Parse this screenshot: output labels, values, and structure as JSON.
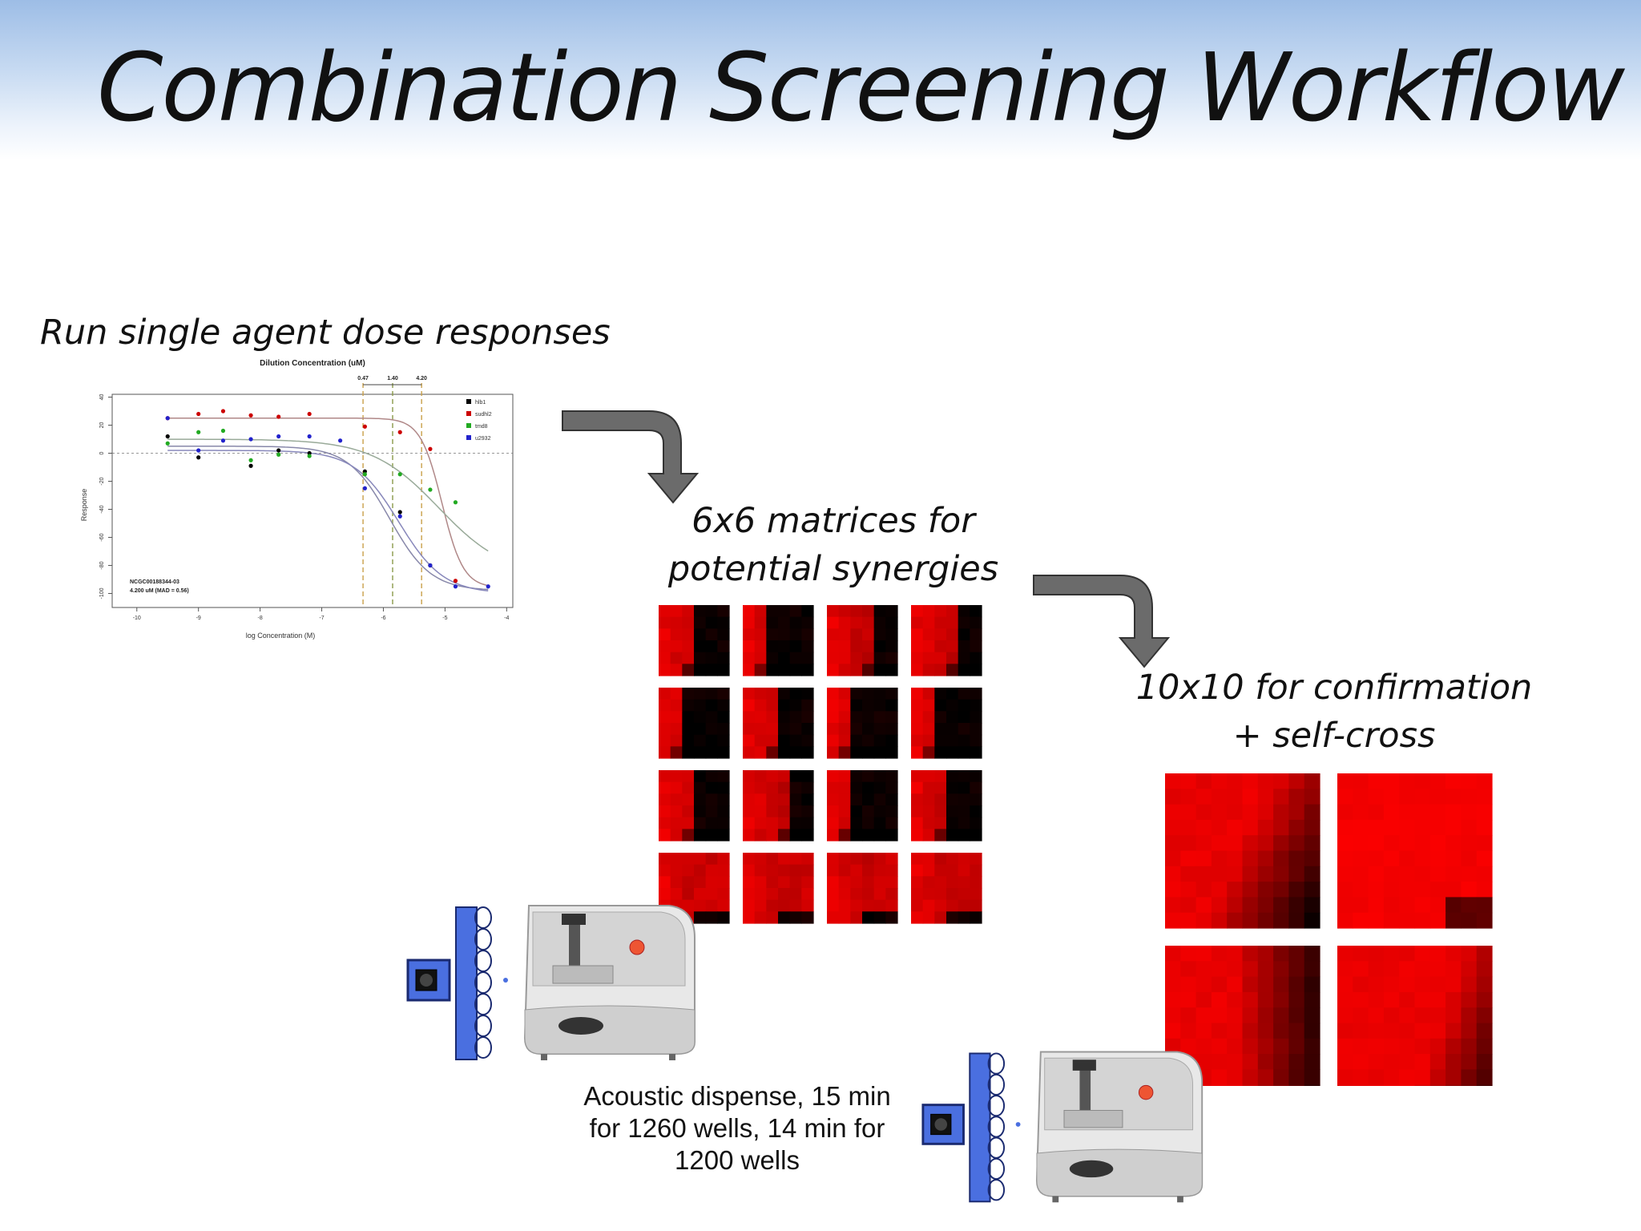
{
  "slide": {
    "title": "Combination Screening Workflow",
    "step1_caption": "Run single agent dose responses",
    "step2_caption_line1": "6x6 matrices for",
    "step2_caption_line2": "potential synergies",
    "step3_caption_line1": "10x10 for confirmation",
    "step3_caption_line2": "+ self-cross",
    "dispense_line1": "Acoustic dispense, 15 min",
    "dispense_line2": "for 1260 wells, 14 min for",
    "dispense_line3": "1200 wells"
  },
  "colors": {
    "banner_top": "#9dbde6",
    "arrow_fill": "#6b6b6b",
    "heatmap_high": "#ff0000",
    "heatmap_low": "#000000",
    "series": [
      "#000000",
      "#cc0000",
      "#22aa22",
      "#2222cc"
    ]
  },
  "icons": [
    "acoustic-dispenser-icon",
    "arrow-down-right-icon"
  ],
  "chart_data": {
    "type": "scatter",
    "title": "Dilution Concentration (uM)",
    "xlabel": "log Concentration (M)",
    "ylabel": "Response",
    "xlim": [
      -10.4,
      -3.9
    ],
    "ylim": [
      -110,
      42
    ],
    "xticks": [
      -10,
      -9,
      -8,
      -7,
      -6,
      -5,
      -4
    ],
    "yticks": [
      40,
      20,
      0,
      -20,
      -40,
      -60,
      -80,
      -100
    ],
    "top_ticks": [
      {
        "x": -6.33,
        "label": "0.47"
      },
      {
        "x": -5.85,
        "label": "1.40"
      },
      {
        "x": -5.38,
        "label": "4.20"
      }
    ],
    "annotation_line1": "NCGC00188344-03",
    "annotation_line2": "4.200 uM (MAD = 0.56)",
    "legend": "top-right",
    "series": [
      {
        "name": "hlb1",
        "x": [
          -9.5,
          -9.0,
          -8.15,
          -7.7,
          -7.2,
          -6.3,
          -5.73,
          -5.24
        ],
        "y": [
          12,
          -3,
          -9,
          2,
          0,
          -13,
          -42,
          -80
        ],
        "fit_top": 5,
        "fit_bottom": -98,
        "fit_ec50": -5.9,
        "fit_slope": 1.3
      },
      {
        "name": "sudhl2",
        "x": [
          -9.5,
          -9.0,
          -8.6,
          -8.15,
          -7.7,
          -7.2,
          -6.3,
          -5.73,
          -5.24,
          -4.83
        ],
        "y": [
          25,
          28,
          30,
          27,
          26,
          28,
          19,
          15,
          3,
          -91
        ],
        "fit_top": 25,
        "fit_bottom": -96,
        "fit_ec50": -5.05,
        "fit_slope": 2.5
      },
      {
        "name": "tmd8",
        "x": [
          -9.5,
          -9.0,
          -8.6,
          -8.15,
          -7.7,
          -7.2,
          -6.3,
          -5.73,
          -5.24,
          -4.83
        ],
        "y": [
          7,
          15,
          16,
          -5,
          -1,
          -2,
          -15,
          -15,
          -26,
          -35
        ],
        "fit_top": 10,
        "fit_bottom": -88,
        "fit_ec50": -5.1,
        "fit_slope": 0.8
      },
      {
        "name": "u2932",
        "x": [
          -9.5,
          -9.0,
          -8.6,
          -8.15,
          -7.7,
          -7.2,
          -6.7,
          -6.3,
          -5.73,
          -5.24,
          -4.83,
          -4.3
        ],
        "y": [
          25,
          2,
          9,
          10,
          12,
          12,
          9,
          -25,
          -45,
          -80,
          -95,
          -95
        ],
        "fit_top": 2,
        "fit_bottom": -100,
        "fit_ec50": -5.75,
        "fit_slope": 1.2
      }
    ]
  },
  "heatmaps": {
    "matrices_6x6_count": 16,
    "matrices_10x10_count": 4
  }
}
